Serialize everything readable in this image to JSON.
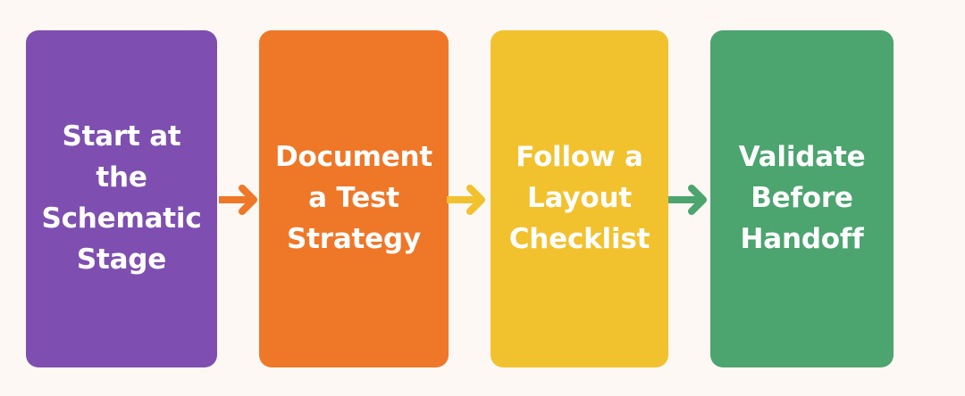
{
  "diagram": {
    "type": "horizontal-process-flow",
    "background_color": "#FDF8F3",
    "text_color": "#FFFFFF",
    "step_count": 4,
    "arrow_count": 3,
    "steps": [
      {
        "id": "step-1",
        "order": 1,
        "label": "Start at\nthe\nSchematic\nStage",
        "plain_label": "Start at the Schematic Stage",
        "color": "#7E4FB0",
        "color_name": "purple"
      },
      {
        "id": "step-2",
        "order": 2,
        "label": "Document\na Test\nStrategy",
        "plain_label": "Document a Test Strategy",
        "color": "#EF7728",
        "color_name": "orange"
      },
      {
        "id": "step-3",
        "order": 3,
        "label": "Follow a\nLayout\nChecklist",
        "plain_label": "Follow a Layout Checklist",
        "color": "#F2C12E",
        "color_name": "yellow"
      },
      {
        "id": "step-4",
        "order": 4,
        "label": "Validate\nBefore\nHandoff",
        "plain_label": "Validate Before Handoff",
        "color": "#4CA46F",
        "color_name": "green"
      }
    ],
    "arrows": [
      {
        "id": "arrow-1",
        "icon": "arrow-right-icon",
        "from": "step-1",
        "to": "step-2",
        "color": "#EF7728"
      },
      {
        "id": "arrow-2",
        "icon": "arrow-right-icon",
        "from": "step-2",
        "to": "step-3",
        "color": "#F2C12E"
      },
      {
        "id": "arrow-3",
        "icon": "arrow-right-icon",
        "from": "step-3",
        "to": "step-4",
        "color": "#4CA46F"
      }
    ]
  }
}
